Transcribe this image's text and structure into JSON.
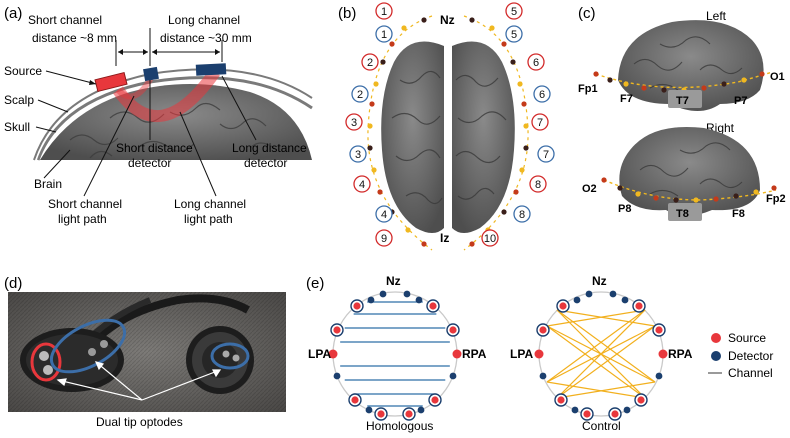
{
  "colors": {
    "source": "#e8373c",
    "detector": "#1b3f6e",
    "channel_homologous": "#2f6fa8",
    "channel_control": "#f2b01e",
    "brain": "#6a6a6a",
    "optode_yellow": "#f0b820",
    "optode_dark": "#3a1f1a",
    "label_ring_red": "#d22a2a",
    "label_ring_blue": "#3c6ea8"
  },
  "panel_a": {
    "letter": "(a)",
    "short_channel": "Short channel",
    "short_distance": "distance ~8 mm",
    "long_channel": "Long channel",
    "long_distance": "distance ~30 mm",
    "source": "Source",
    "scalp": "Scalp",
    "skull": "Skull",
    "brain": "Brain",
    "short_detector_1": "Short distance",
    "short_detector_2": "detector",
    "long_detector_1": "Long distance",
    "long_detector_2": "detector",
    "short_path_1": "Short channel",
    "short_path_2": "light path",
    "long_path_1": "Long channel",
    "long_path_2": "light path"
  },
  "panel_b": {
    "letter": "(b)",
    "nz": "Nz",
    "iz": "Iz",
    "left_source_numbers": [
      "1",
      "2",
      "3",
      "4",
      "9"
    ],
    "left_detector_numbers": [
      "1",
      "2",
      "3",
      "4"
    ],
    "right_source_numbers": [
      "5",
      "6",
      "7",
      "8",
      "10"
    ],
    "right_detector_numbers": [
      "5",
      "6",
      "7",
      "8"
    ]
  },
  "panel_c": {
    "letter": "(c)",
    "left": "Left",
    "right": "Right",
    "fp1": "Fp1",
    "f7": "F7",
    "t7": "T7",
    "p7": "P7",
    "o1": "O1",
    "o2": "O2",
    "p8": "P8",
    "t8": "T8",
    "f8": "F8",
    "fp2": "Fp2"
  },
  "panel_d": {
    "letter": "(d)",
    "caption": "Dual tip optodes"
  },
  "panel_e": {
    "letter": "(e)",
    "nz": "Nz",
    "lpa": "LPA",
    "rpa": "RPA",
    "homologous": "Homologous",
    "control": "Control",
    "legend": {
      "source": "Source",
      "detector": "Detector",
      "channel": "Channel"
    }
  }
}
